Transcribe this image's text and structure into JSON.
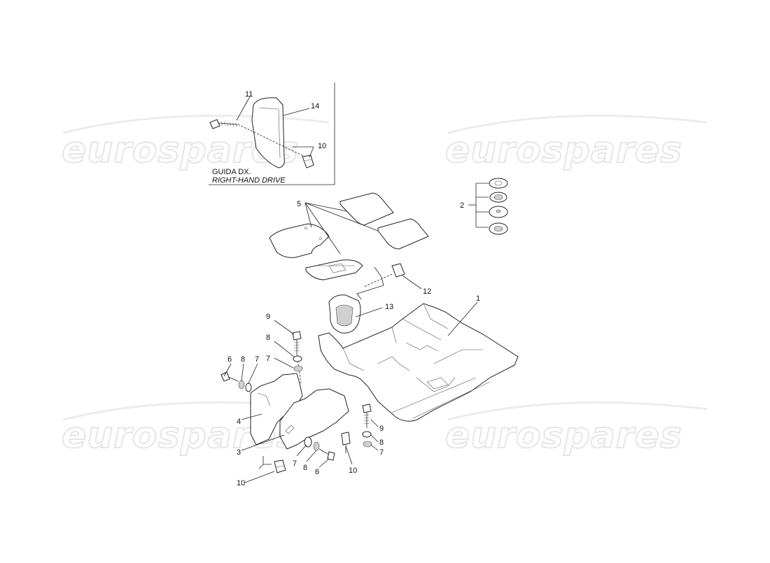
{
  "watermark": "eurospares",
  "inset": {
    "line1": "GUIDA DX.",
    "line2": "RIGHT-HAND DRIVE"
  },
  "callouts": {
    "c1": "1",
    "c2": "2",
    "c3": "3",
    "c4": "4",
    "c5": "5",
    "c6a": "6",
    "c6b": "6",
    "c7a": "7",
    "c7b": "7",
    "c7c": "7",
    "c8a": "8",
    "c8b": "8",
    "c8c": "8",
    "c8d": "8",
    "c9a": "9",
    "c9b": "9",
    "c10a": "10",
    "c10b": "10",
    "c10c": "10",
    "c11": "11",
    "c12": "12",
    "c13": "13",
    "c14": "14"
  }
}
